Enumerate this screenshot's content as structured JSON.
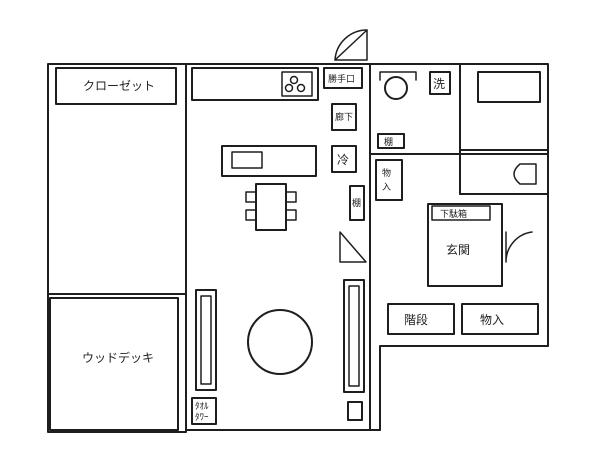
{
  "labels": {
    "closet": "クローゼット",
    "wood_deck": "ウッドデッキ",
    "stove": "勝手口",
    "hallway": "廊下",
    "fridge": "冷",
    "shelf_kitchen": "棚",
    "tower": "ﾀｵﾙ\nﾀﾜｰ",
    "laundry": "洗",
    "shelf_small": "棚",
    "storage_vertical": "物入",
    "shoe_box": "下駄箱",
    "entrance": "玄関",
    "stairs": "階段",
    "storage": "物入"
  }
}
